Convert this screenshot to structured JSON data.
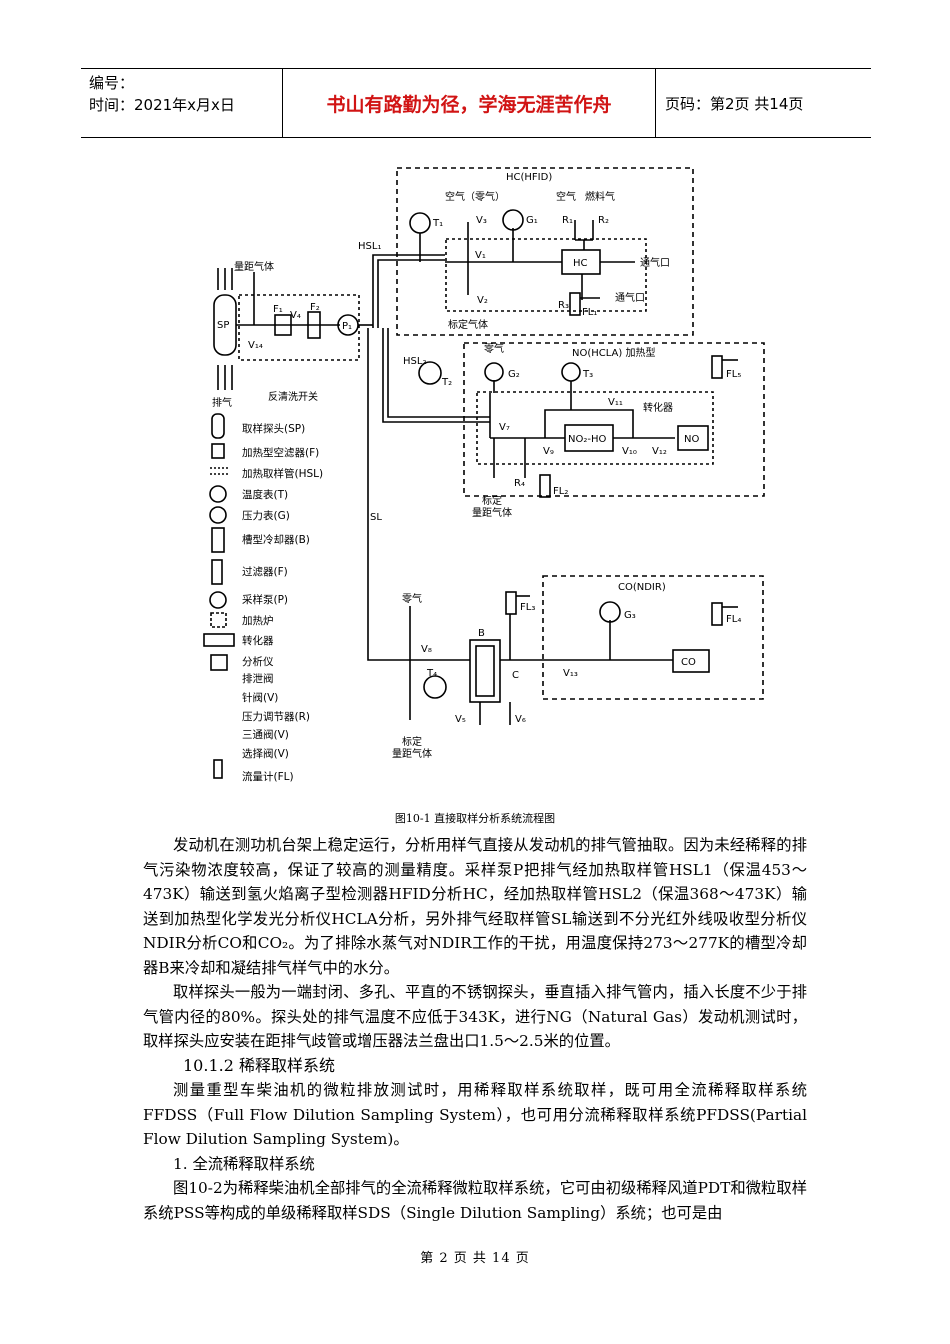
{
  "header": {
    "number_label": "编号：",
    "date_label": "时间：2021年x月x日",
    "motto": "书山有路勤为径，学海无涯苦作舟",
    "page_info": "页码：第2页 共14页"
  },
  "figure": {
    "caption": "图10-1 直接取样分析系统流程图",
    "labels": {
      "hc_box": "HC(HFID)",
      "no_box": "NO(HCLA) 加热型",
      "co_box": "CO(NDIR)",
      "hsl1": "HSL₁",
      "hsl2": "HSL₂",
      "sl": "SL",
      "air_zero": "空气（零气）",
      "air": "空气",
      "fuel_gas": "燃料气",
      "zero_gas": "零气",
      "zero_gas2": "零气",
      "vent": "通气口",
      "vent2": "通气口",
      "cal_gas1": "标定气体",
      "cal_gas2a": "标定",
      "cal_gas2b": "量距气体",
      "cal_gas3a": "标定",
      "cal_gas3b": "量距气体",
      "span_gas": "量距气体",
      "exhaust": "排气",
      "backflush": "反清洗开关",
      "converter": "转化器",
      "hc": "HC",
      "no2ho": "NO₂-HO",
      "no": "NO",
      "co": "CO",
      "sp": "SP",
      "t1": "T₁",
      "t2": "T₂",
      "t3": "T₃",
      "t4": "T₄",
      "g1": "G₁",
      "g2": "G₂",
      "g3": "G₃",
      "r1": "R₁",
      "r2": "R₂",
      "r3": "R₃",
      "r4": "R₄",
      "v1": "V₁",
      "v2": "V₂",
      "v3": "V₃",
      "v4": "V₄",
      "v5": "V₅",
      "v6": "V₆",
      "v7": "V₇",
      "v8": "V₈",
      "v9": "V₉",
      "v10": "V₁₀",
      "v11": "V₁₁",
      "v12": "V₁₂",
      "v13": "V₁₃",
      "v14": "V₁₄",
      "fl1": "FL₁",
      "fl2": "FL₂",
      "fl3": "FL₃",
      "fl4": "FL₄",
      "fl5": "FL₅",
      "f1": "F₁",
      "f2": "F₂",
      "p1": "P₁",
      "b": "B",
      "c": "C"
    },
    "legend": [
      "取样探头(SP)",
      "加热型空滤器(F)",
      "加热取样管(HSL)",
      "温度表(T)",
      "压力表(G)",
      "槽型冷却器(B)",
      "过滤器(F)",
      "采样泵(P)",
      "加热炉",
      "转化器",
      "分析仪",
      "排泄阀",
      "针阀(V)",
      "压力调节器(R)",
      "三通阀(V)",
      "选择阀(V)",
      "流量计(FL)"
    ]
  },
  "body": {
    "p1": "发动机在测功机台架上稳定运行，分析用样气直接从发动机的排气管抽取。因为未经稀释的排气污染物浓度较高，保证了较高的测量精度。采样泵P把排气经加热取样管HSL1（保温453～473K）输送到氢火焰离子型检测器HFID分析HC，经加热取样管HSL2（保温368～473K）输送到加热型化学发光分析仪HCLA分析，另外排气经取样管SL输送到不分光红外线吸收型分析仪NDIR分析CO和CO₂。为了排除水蒸气对NDIR工作的干扰，用温度保持273～277K的槽型冷却器B来冷却和凝结排气样气中的水分。",
    "p2": "取样探头一般为一端封闭、多孔、平直的不锈钢探头，垂直插入排气管内，插入长度不少于排气管内径的80%。探头处的排气温度不应低于343K，进行NG（Natural Gas）发动机测试时，取样探头应安装在距排气歧管或增压器法兰盘出口1.5～2.5米的位置。",
    "h3": "10.1.2 稀释取样系统",
    "p3": "测量重型车柴油机的微粒排放测试时，用稀释取样系统取样，既可用全流稀释取样系统FFDSS（Full Flow Dilution Sampling System），也可用分流稀释取样系统PFDSS(Partial Flow Dilution Sampling System)。",
    "sub1": "1. 全流稀释取样系统",
    "p4": "图10-2为稀释柴油机全部排气的全流稀释微粒取样系统，它可由初级稀释风道PDT和微粒取样系统PSS等构成的单级稀释取样SDS（Single Dilution Sampling）系统；也可是由"
  },
  "footer": {
    "text": "第 2 页 共 14 页"
  }
}
